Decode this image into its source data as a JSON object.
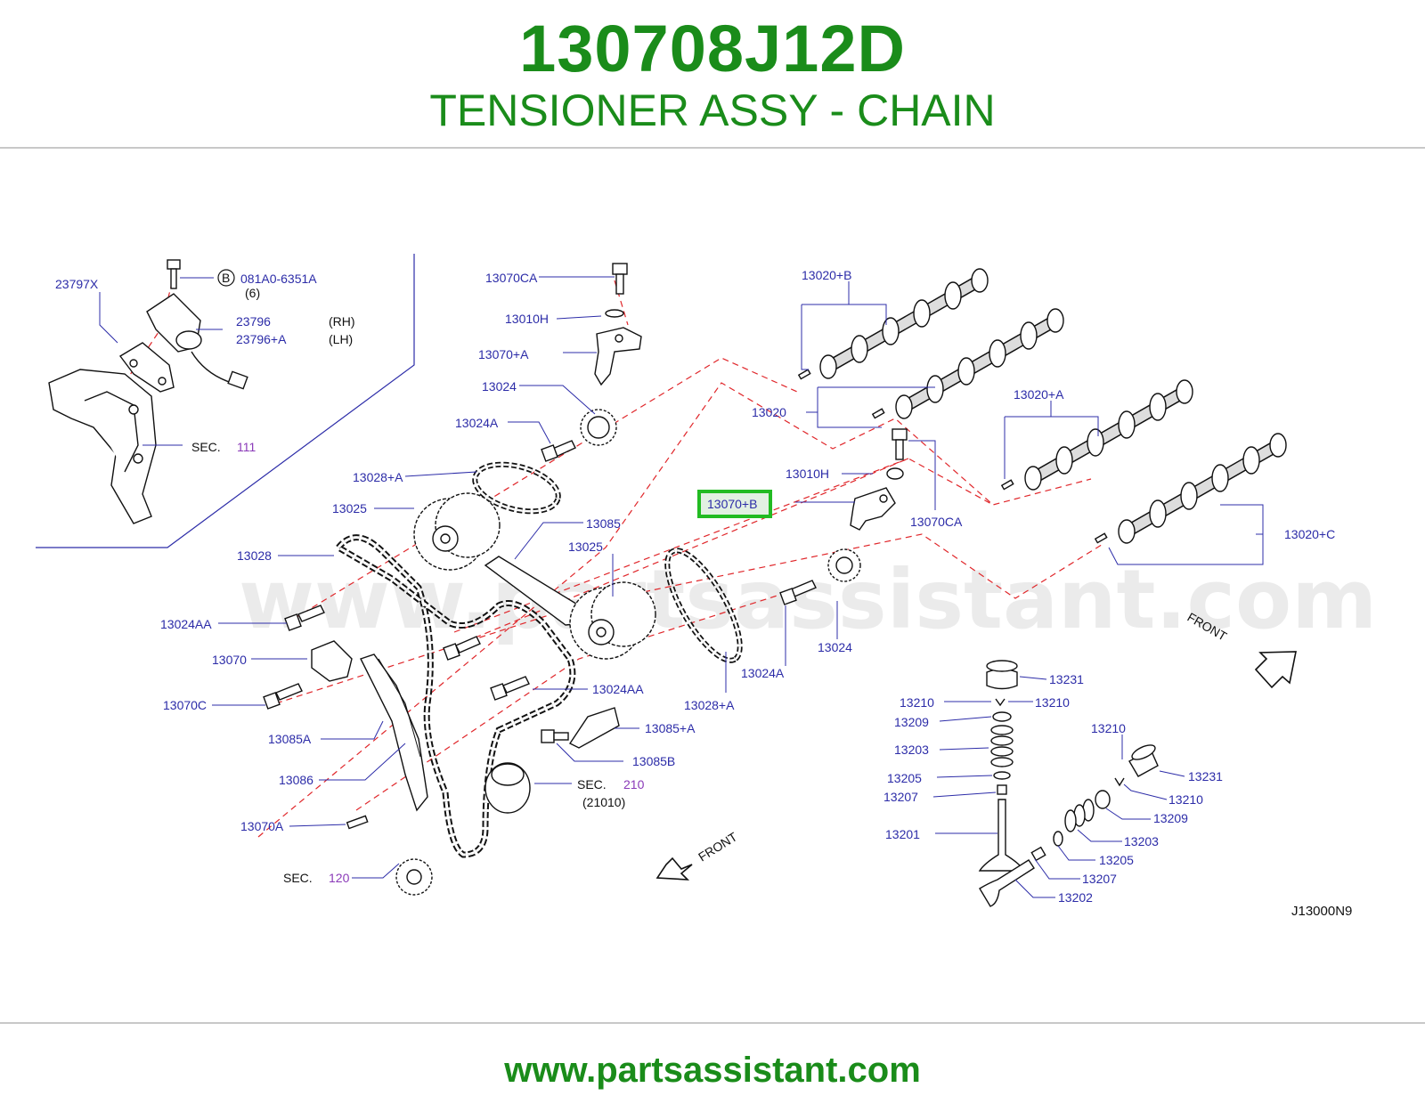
{
  "header": {
    "part_number": "130708J12D",
    "part_name": "TENSIONER ASSY - CHAIN"
  },
  "footer": {
    "url": "www.partsassistant.com"
  },
  "diagram": {
    "watermark": "www.partsassistant.com",
    "code": "J13000N9",
    "highlight_color": "#22bb22",
    "labels": {
      "l_23797X": "23797X",
      "l_B": "B",
      "l_081A0": "081A0-6351A",
      "l_6": "(6)",
      "l_23796": "23796",
      "l_RH": "(RH)",
      "l_23796A": "23796+A",
      "l_LH": "(LH)",
      "l_sec111": "SEC.",
      "l_sec111n": "111",
      "l_13070CA_top": "13070CA",
      "l_13010H_top": "13010H",
      "l_13070A_plus": "13070+A",
      "l_13024_top": "13024",
      "l_13024A_top": "13024A",
      "l_13028A_top": "13028+A",
      "l_13025_top": "13025",
      "l_13085": "13085",
      "l_13025_mid": "13025",
      "l_13028": "13028",
      "l_13024AA_left": "13024AA",
      "l_13070": "13070",
      "l_13070C": "13070C",
      "l_13085A": "13085A",
      "l_13086": "13086",
      "l_13070A": "13070A",
      "l_sec120": "SEC.",
      "l_sec120n": "120",
      "l_13024AA_mid": "13024AA",
      "l_13085A_plus": "13085+A",
      "l_13085B": "13085B",
      "l_sec210": "SEC.",
      "l_sec210n": "210",
      "l_21010": "(21010)",
      "l_13028A_bot": "13028+A",
      "l_13024A_bot": "13024A",
      "l_13024_bot": "13024",
      "l_13020B": "13020+B",
      "l_13020": "13020",
      "l_13020A": "13020+A",
      "l_13020C": "13020+C",
      "l_13010H_mid": "13010H",
      "l_13070B": "13070+B",
      "l_13070CA_mid": "13070CA",
      "l_front_right": "FRONT",
      "l_front_left": "FRONT",
      "l_13231_a": "13231",
      "l_13210_a1": "13210",
      "l_13210_a2": "13210",
      "l_13209_a": "13209",
      "l_13203_a": "13203",
      "l_13205_a": "13205",
      "l_13207_a": "13207",
      "l_13201": "13201",
      "l_13210_b": "13210",
      "l_13231_b": "13231",
      "l_13210_b2": "13210",
      "l_13209_b": "13209",
      "l_13203_b": "13203",
      "l_13205_b": "13205",
      "l_13207_b": "13207",
      "l_13202": "13202"
    }
  }
}
